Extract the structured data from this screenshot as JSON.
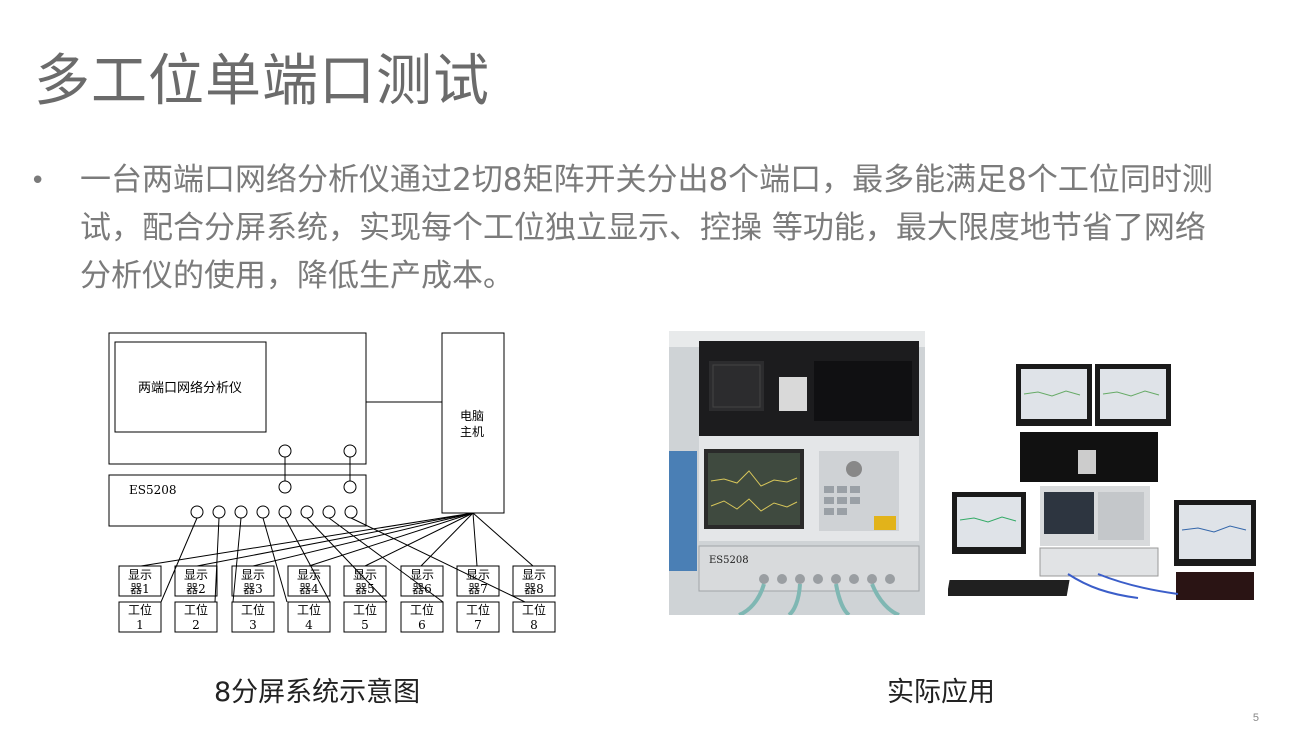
{
  "slide": {
    "title": "多工位单端口测试",
    "bullet": "一台两端口网络分析仪通过2切8矩阵开关分出8个端口，最多能满足8个工位同时测试，配合分屏系统，实现每个工位独立显示、控操 等功能，最大限度地节省了网络分析仪的使用，降低生产成本。",
    "page_number": "5"
  },
  "diagram": {
    "vna_label": "两端口网络分析仪",
    "pc_label_line1": "电脑",
    "pc_label_line2": "主机",
    "switch_label": "ES5208",
    "monitors": [
      {
        "l1": "显示",
        "l2": "器1"
      },
      {
        "l1": "显示",
        "l2": "器2"
      },
      {
        "l1": "显示",
        "l2": "器3"
      },
      {
        "l1": "显示",
        "l2": "器4"
      },
      {
        "l1": "显示",
        "l2": "器5"
      },
      {
        "l1": "显示",
        "l2": "器6"
      },
      {
        "l1": "显示",
        "l2": "器7"
      },
      {
        "l1": "显示",
        "l2": "器8"
      }
    ],
    "stations": [
      {
        "l1": "工位",
        "l2": "1"
      },
      {
        "l1": "工位",
        "l2": "2"
      },
      {
        "l1": "工位",
        "l2": "3"
      },
      {
        "l1": "工位",
        "l2": "4"
      },
      {
        "l1": "工位",
        "l2": "5"
      },
      {
        "l1": "工位",
        "l2": "6"
      },
      {
        "l1": "工位",
        "l2": "7"
      },
      {
        "l1": "工位",
        "l2": "8"
      }
    ],
    "caption": "8分屏系统示意图"
  },
  "photos": {
    "left_switch_label": "ES5208",
    "caption": "实际应用"
  }
}
